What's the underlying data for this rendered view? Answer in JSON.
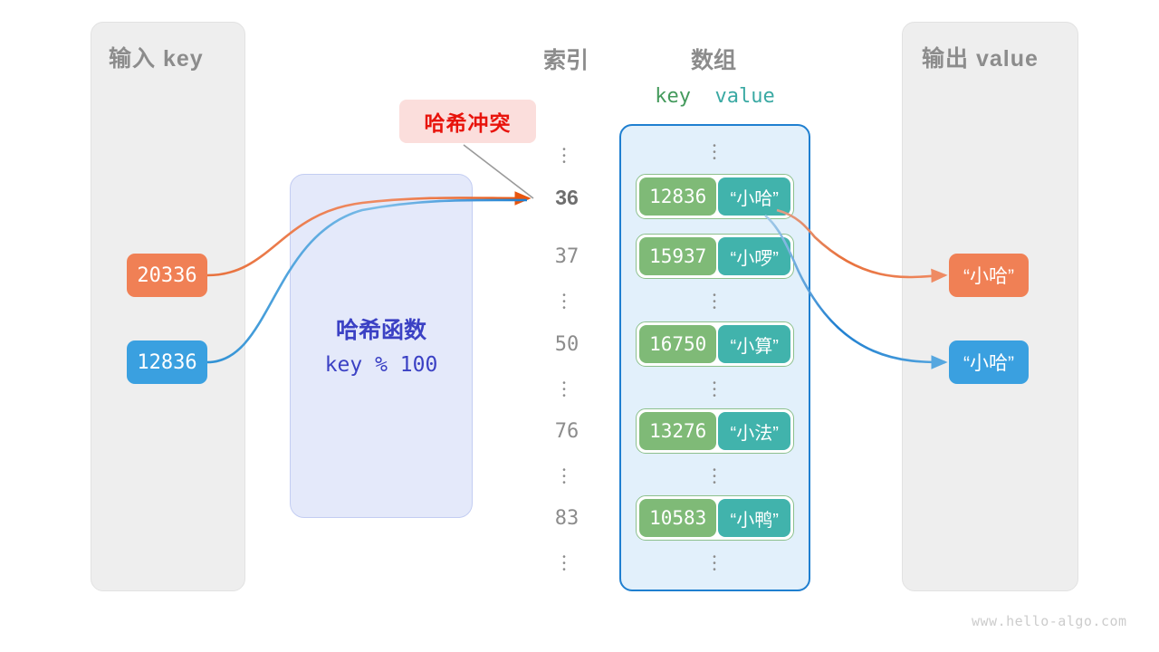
{
  "diagram": {
    "watermark": "www.hello-algo.com",
    "collision_label": "哈希冲突",
    "colors": {
      "orange": "#f08055",
      "blue": "#3aa0e0",
      "key_cell": "#7fba77",
      "value_cell": "#41b3ac",
      "array_border": "#1f7fd0",
      "array_fill": "#e2f0fb",
      "hash_box": "#e4e9fa",
      "hash_text": "#3b41c4",
      "panel": "#eeeeee",
      "collision_red": "#e8140c"
    }
  },
  "input_panel": {
    "title": "输入 key",
    "keys": [
      {
        "value": "20336",
        "color": "orange"
      },
      {
        "value": "12836",
        "color": "blue"
      }
    ]
  },
  "hash_function": {
    "title": "哈希函数",
    "expression": "key % 100"
  },
  "array_section": {
    "index_header": "索引",
    "array_header": "数组",
    "key_column_label": "key",
    "value_column_label": "value",
    "dots": "⋮",
    "rows": [
      {
        "type": "dots",
        "index": ""
      },
      {
        "type": "entry",
        "index": "36",
        "highlight": true,
        "key": "12836",
        "value": "“小哈”"
      },
      {
        "type": "entry",
        "index": "37",
        "highlight": false,
        "key": "15937",
        "value": "“小啰”"
      },
      {
        "type": "dots",
        "index": ""
      },
      {
        "type": "entry",
        "index": "50",
        "highlight": false,
        "key": "16750",
        "value": "“小算”"
      },
      {
        "type": "dots",
        "index": ""
      },
      {
        "type": "entry",
        "index": "76",
        "highlight": false,
        "key": "13276",
        "value": "“小法”"
      },
      {
        "type": "dots",
        "index": ""
      },
      {
        "type": "entry",
        "index": "83",
        "highlight": false,
        "key": "10583",
        "value": "“小鸭”"
      },
      {
        "type": "dots",
        "index": ""
      }
    ]
  },
  "output_panel": {
    "title": "输出 value",
    "values": [
      {
        "value": "“小哈”",
        "color": "orange"
      },
      {
        "value": "“小哈”",
        "color": "blue"
      }
    ]
  }
}
